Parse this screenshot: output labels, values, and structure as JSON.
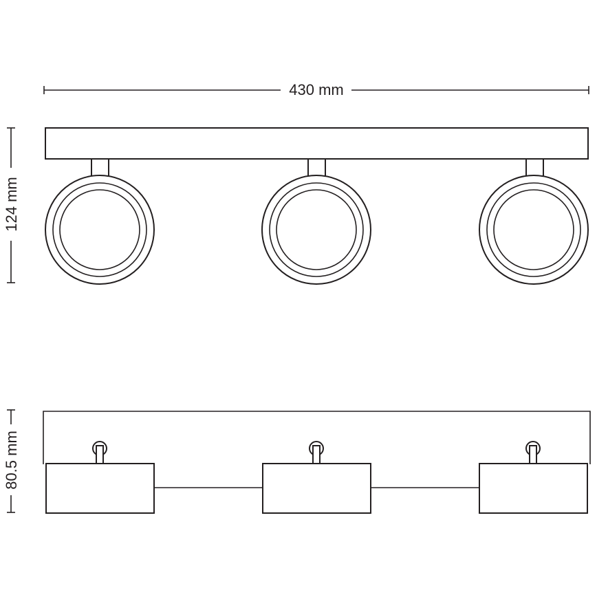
{
  "dimensions": {
    "width_label": "430 mm",
    "height_label": "124 mm",
    "depth_label": "80.5 mm"
  },
  "views": {
    "front": {
      "spot_count": 3
    },
    "top": {
      "spot_count": 3
    }
  },
  "colors": {
    "line": "#231f20",
    "background": "#ffffff"
  }
}
